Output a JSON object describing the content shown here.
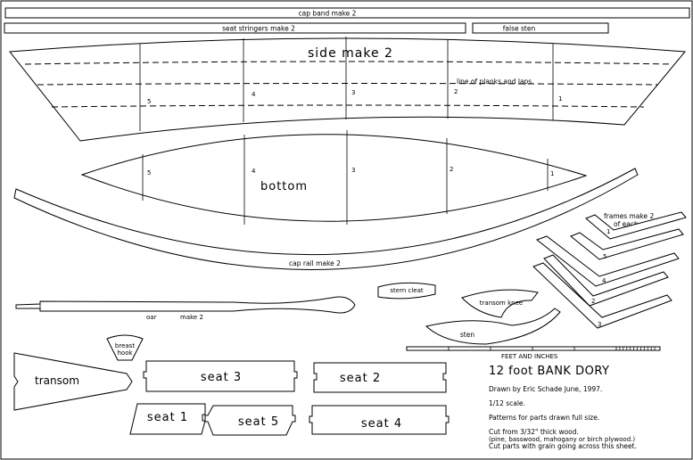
{
  "strips": {
    "cap_band": "cap band make 2",
    "seat_stringers": "seat stringers make 2",
    "false_stem": "false sten"
  },
  "side": {
    "title": "side  make 2",
    "planks_note": "line of planks and laps",
    "stations": [
      "5",
      "4",
      "3",
      "2",
      "1"
    ]
  },
  "bottom": {
    "title": "bottom",
    "stations": [
      "5",
      "4",
      "3",
      "2",
      "1"
    ]
  },
  "cap_rail": "cap rail make 2",
  "frames": {
    "title_line1": "frames make 2",
    "title_line2": "of each",
    "numbers": [
      "1",
      "5",
      "4",
      "2",
      "3"
    ]
  },
  "stern_cleat": "stern cleat",
  "transom_knee": "transom knee",
  "stem": "sten",
  "oar": {
    "label": "oar",
    "make": "make 2"
  },
  "breast_hook": {
    "line1": "breast",
    "line2": "hook"
  },
  "transom": "transom",
  "seats": {
    "seat1": "seat 1",
    "seat2": "seat 2",
    "seat3": "seat 3",
    "seat4": "seat 4",
    "seat5": "seat 5"
  },
  "scale_bar_label": "FEET AND INCHES",
  "info": {
    "title": "12 foot BANK DORY",
    "drawn_by": "Drawn by Eric Schade  June, 1997.",
    "scale": "1/12 scale.",
    "patterns": "Patterns for parts drawn full size.",
    "cut1": "Cut from 3/32\" thick wood.",
    "cut2": "(pine, basswood, mahogany or birch plywood.)",
    "cut3": "Cut parts with grain going across this sheet."
  }
}
